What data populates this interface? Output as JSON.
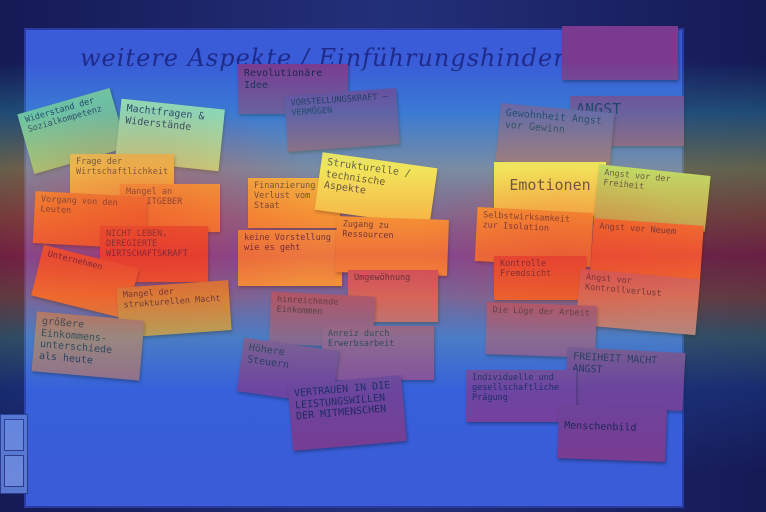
{
  "board": {
    "title": "weitere Aspekte / Einführungshindernisse"
  },
  "notes": {
    "n1": "Widerstand der Sozialkompetenz",
    "n2": "Machtfragen & Widerstände",
    "n3": "Frage der Wirtschaftlichkeit",
    "n4": "Mangel an ARBEITGEBER",
    "n5": "Vorgang von den Leuten",
    "n6": "NICHT LEBEN, DEREGIERTE WIRTSCHAFTSKRAFT",
    "n7": "Unternehmen",
    "n8": "Mangel der strukturellen Macht",
    "n9": "größere Einkommens-unterschiede als heute",
    "n10": "Revolutionäre Idee",
    "n11": "VORSTELLUNGSKRAFT – VERMÖGEN",
    "n12": "Finanzierung Verlust vom Staat",
    "n13": "Strukturelle / technische Aspekte",
    "n14": "keine Vorstellung wie es geht",
    "n15": "Zugang zu Ressourcen",
    "n16": "Umgewöhnung",
    "n17": "hinreichende Einkommen",
    "n18": "Anreiz durch Erwerbsarbeit",
    "n19": "Höhere Steuern",
    "n20": "VERTRAUEN IN DIE LEISTUNGSWILLEN DER MITMENSCHEN",
    "n21": "ANGST",
    "n22": "Gewohnheit Angst vor Gewinn",
    "n23": "Emotionen",
    "n24": "Angst vor der Freiheit",
    "n25": "Selbstwirksamkeit zur Isolation",
    "n26": "Angst vor Neuem",
    "n27": "Kontrolle Fremdsicht",
    "n28": "Angst vor Kontrollverlust",
    "n29": "Die Lüge der Arbeit",
    "n30": "FREIHEIT MACHT ANGST",
    "n31": "Individuelle und gesellschaftliche Prägung",
    "n32": "Menschenbild"
  },
  "colors": {
    "board": "#3a5cd8",
    "note_yellow": "#f3e46a",
    "note_orange": "#f2a24a",
    "note_red": "#e2603c",
    "note_violet": "#7a3a8f",
    "heat_red": "#e62828",
    "heat_yellow": "#f0e63c",
    "heat_cyan": "#3cc8c8"
  }
}
